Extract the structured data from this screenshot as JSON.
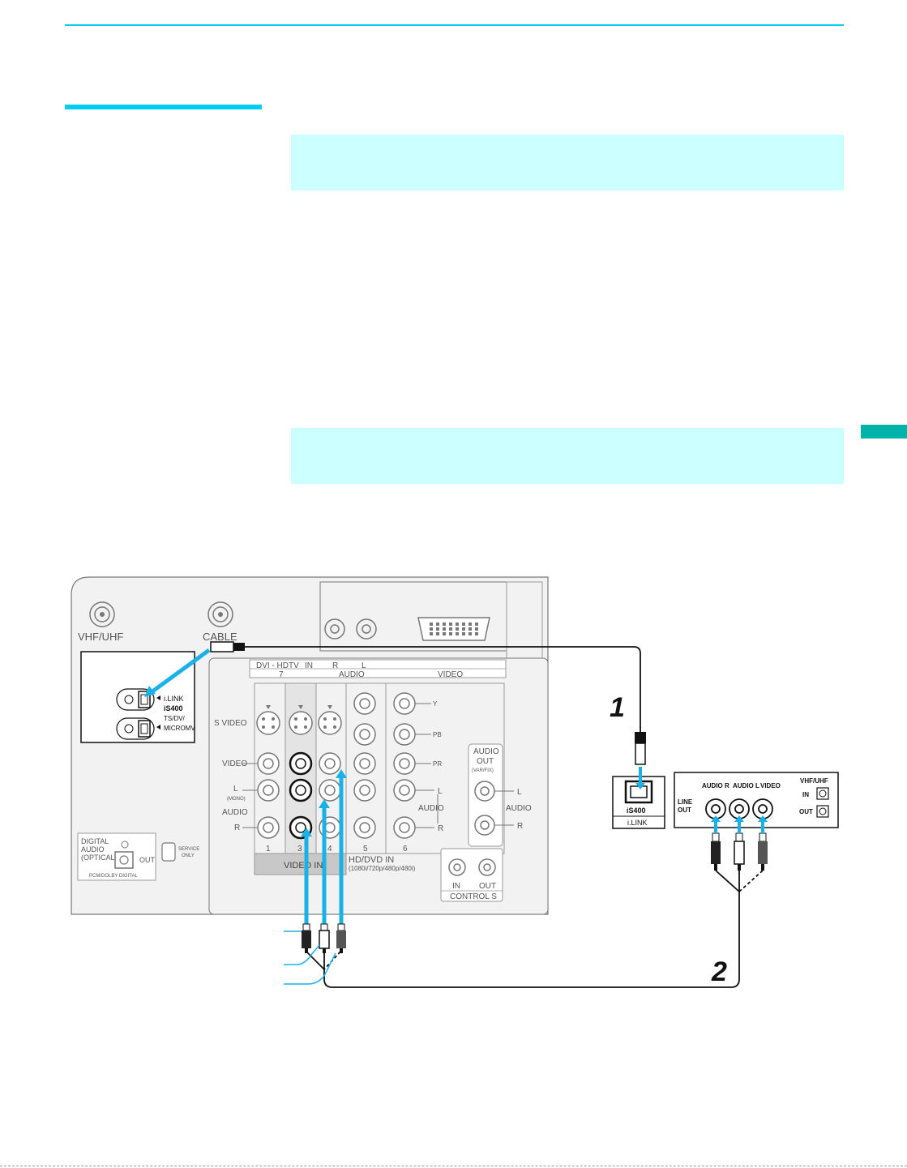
{
  "colors": {
    "accent_cyan": "#00cdf2",
    "note_box_fill": "#ccffff",
    "cable_blue": "#1ab2e6",
    "tab_teal": "#00b3a8",
    "panel_gray": "#f2f2f2",
    "line_gray": "#777777"
  },
  "icons": [
    "s-video-jack-icon",
    "rca-jack-icon",
    "rca-plug-icon",
    "ilink-port-icon",
    "coax-connector-icon",
    "dvi-port-icon",
    "optical-port-icon"
  ],
  "tv_panel": {
    "vhf_uhf": "VHF/UHF",
    "cable": "CABLE",
    "ilink_label": "i.LINK",
    "ilink_speed": "iS400",
    "ilink_sub1": "TS/DV/",
    "ilink_sub2": "MICROMV",
    "dvi_group": "DVI - HDTV",
    "dvi_in": "IN",
    "dvi_number": "7",
    "audio_r": "R",
    "audio_l": "L",
    "audio": "AUDIO",
    "video": "VIDEO",
    "s_video": "S VIDEO",
    "video_row": "VIDEO",
    "l_row": "L",
    "mono": "(MONO)",
    "audio_row": "AUDIO",
    "r_row": "R",
    "y_label": "Y",
    "pb_label": "PB",
    "pr_label": "PR",
    "right_l": "L",
    "right_audio": "AUDIO",
    "right_r": "R",
    "col_1": "1",
    "col_3": "3",
    "col_4": "4",
    "col_5": "5",
    "col_6": "6",
    "video_in": "VIDEO IN",
    "hd_dvd_in": "HD/DVD IN",
    "hd_dvd_formats": "(1080i/720p/480p/480i)",
    "audio_out": "AUDIO",
    "audio_out_2": "OUT",
    "var_fix": "(VAR/FIX)",
    "ao_l": "L",
    "ao_audio": "AUDIO",
    "ao_r": "R",
    "digital_audio_1": "DIGITAL",
    "digital_audio_2": "AUDIO",
    "digital_audio_3": "(OPTICAL)",
    "digital_out": "OUT",
    "pcm_dolby": "PCM/DOLBY DIGITAL",
    "service_1": "SERVICE",
    "service_2": "ONLY",
    "ctrl_in": "IN",
    "ctrl_out": "OUT",
    "control_s": "CONTROL S"
  },
  "device": {
    "ilink_speed": "iS400",
    "ilink_label": "i.LINK",
    "audio_r": "AUDIO R",
    "audio_l": "AUDIO L",
    "video": "VIDEO",
    "line": "LINE",
    "out": "OUT",
    "vhf_uhf": "VHF/UHF",
    "in": "IN",
    "out2": "OUT"
  },
  "steps": {
    "one": "1",
    "two": "2"
  }
}
